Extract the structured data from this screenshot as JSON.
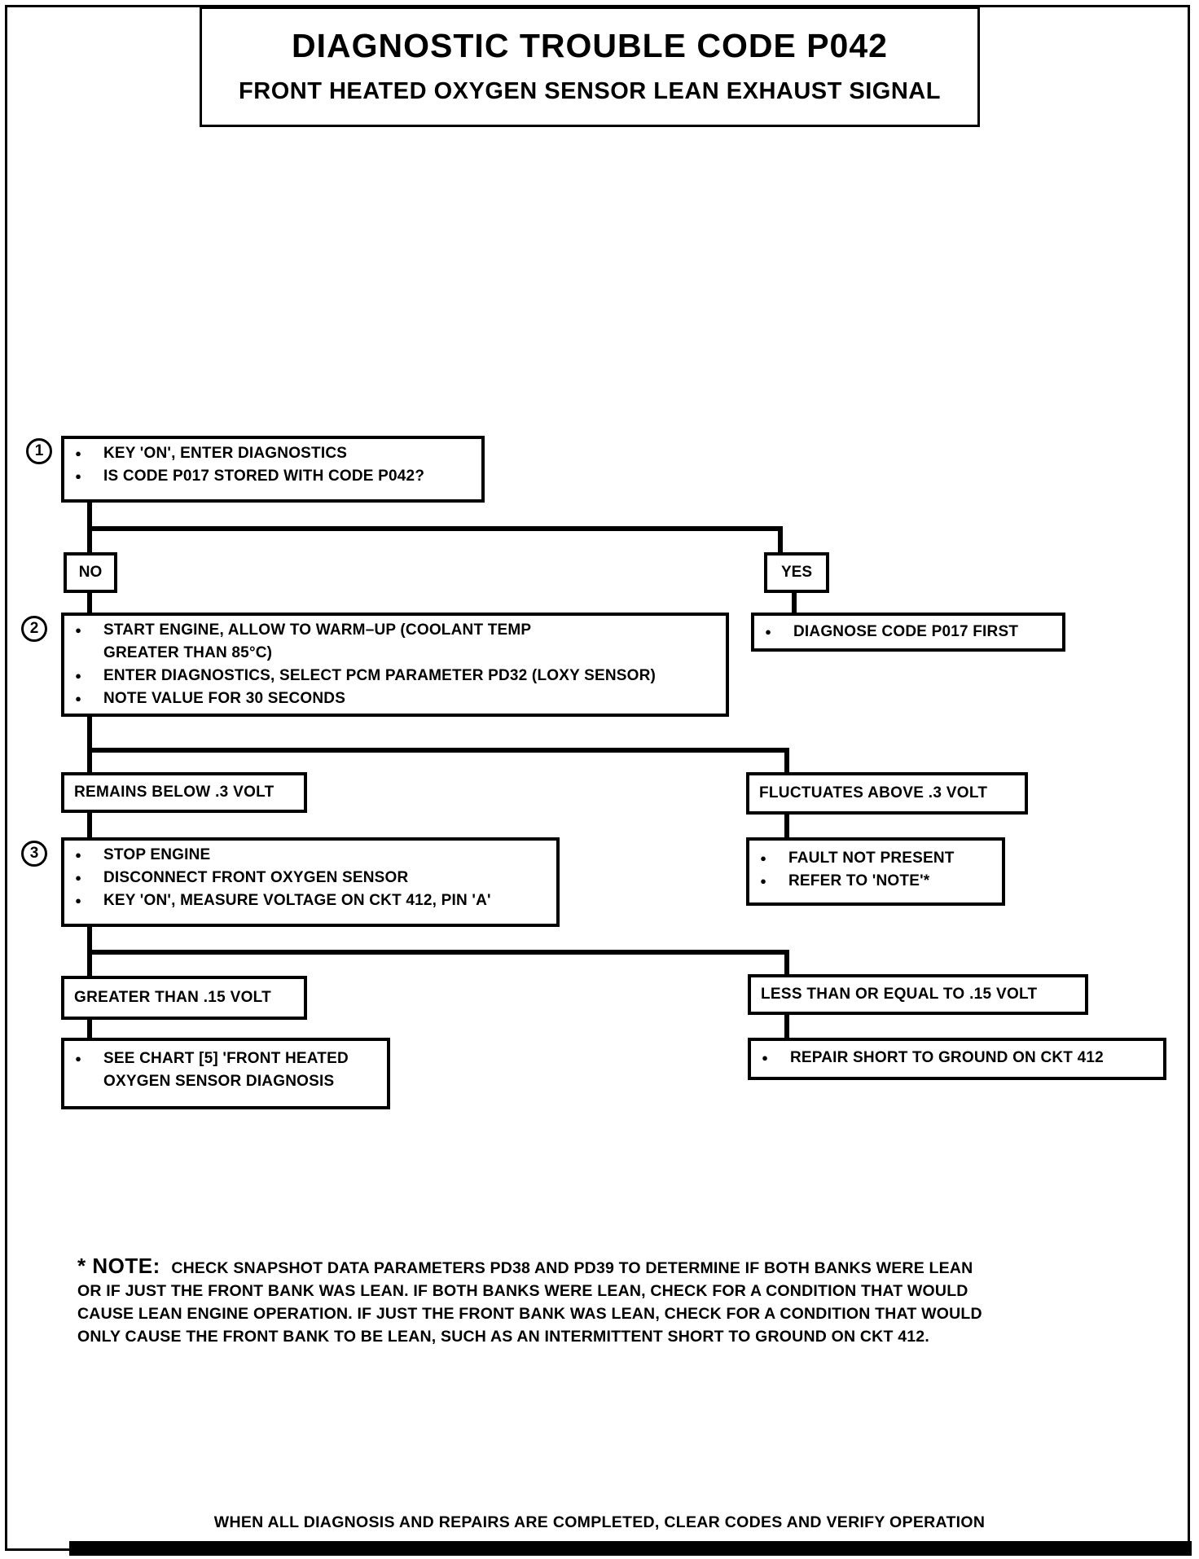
{
  "page": {
    "title_line1": "DIAGNOSTIC TROUBLE CODE P042",
    "title_line2": "FRONT HEATED OXYGEN SENSOR LEAN EXHAUST SIGNAL",
    "footer": "WHEN ALL DIAGNOSIS AND REPAIRS ARE COMPLETED, CLEAR CODES AND VERIFY OPERATION"
  },
  "flow": {
    "step1": {
      "num": "1",
      "b1": "KEY 'ON', ENTER DIAGNOSTICS",
      "b2": "IS CODE P017 STORED WITH CODE P042?"
    },
    "no_label": "NO",
    "yes_label": "YES",
    "step2": {
      "num": "2",
      "b1": "START ENGINE, ALLOW TO WARM–UP (COOLANT TEMP GREATER THAN 85°C)",
      "b2": "ENTER DIAGNOSTICS, SELECT PCM PARAMETER PD32 (LOXY SENSOR)",
      "b3": "NOTE VALUE FOR 30 SECONDS"
    },
    "diagnose_first": "DIAGNOSE CODE P017 FIRST",
    "remains_below": "REMAINS BELOW .3 VOLT",
    "fluctuates_above": "FLUCTUATES ABOVE .3 VOLT",
    "step3": {
      "num": "3",
      "b1": "STOP ENGINE",
      "b2": "DISCONNECT FRONT OXYGEN SENSOR",
      "b3": "KEY 'ON', MEASURE VOLTAGE ON CKT 412, PIN 'A'"
    },
    "fault": {
      "b1": "FAULT NOT  PRESENT",
      "b2": "REFER TO 'NOTE'*"
    },
    "greater_than": "GREATER THAN .15 VOLT",
    "less_than": "LESS THAN OR EQUAL TO .15 VOLT",
    "see_chart": "SEE CHART [5] 'FRONT HEATED OXYGEN SENSOR DIAGNOSIS",
    "repair_short": "REPAIR SHORT TO GROUND ON CKT 412"
  },
  "note": {
    "label": "* NOTE:",
    "text": "CHECK SNAPSHOT DATA PARAMETERS PD38 AND PD39 TO DETERMINE IF BOTH BANKS WERE LEAN OR IF JUST THE FRONT BANK WAS LEAN. IF BOTH BANKS WERE LEAN, CHECK FOR A CONDITION THAT WOULD CAUSE LEAN ENGINE OPERATION. IF JUST THE FRONT BANK WAS LEAN, CHECK FOR A CONDITION THAT WOULD ONLY CAUSE THE FRONT BANK TO BE LEAN, SUCH AS AN INTERMITTENT SHORT TO GROUND ON CKT 412."
  }
}
